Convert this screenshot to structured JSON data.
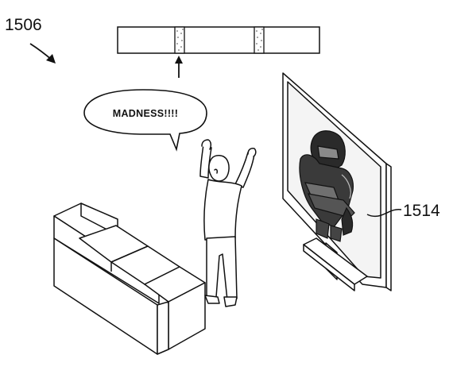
{
  "figure": {
    "ref_figure": "1506",
    "ref_display": "1514",
    "speech_text": "MADNESS!!!!"
  },
  "colors": {
    "line": "#111111",
    "background": "#ffffff",
    "screen_fill": "#f4f4f4",
    "character_dark": "#2a2a2a"
  }
}
